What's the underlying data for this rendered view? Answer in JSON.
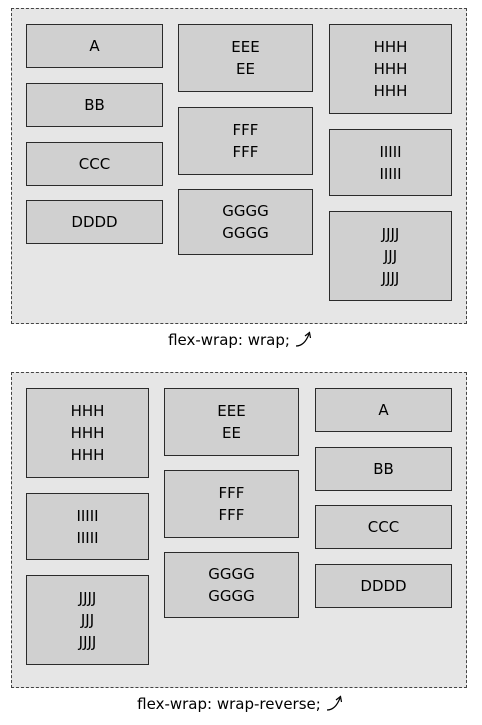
{
  "top": {
    "caption": "flex-wrap: wrap;",
    "boxes": {
      "a": [
        "A"
      ],
      "b": [
        "BB"
      ],
      "c": [
        "CCC"
      ],
      "d": [
        "DDDD"
      ],
      "e": [
        "EEE",
        "EE"
      ],
      "f": [
        "FFF",
        "FFF"
      ],
      "g": [
        "GGGG",
        "GGGG"
      ],
      "h": [
        "HHH",
        "HHH",
        "HHH"
      ],
      "i": [
        "IIIII",
        "IIIII"
      ],
      "j": [
        "JJJJ",
        "JJJ",
        "JJJJ"
      ]
    }
  },
  "bottom": {
    "caption": "flex-wrap: wrap-reverse;",
    "boxes": {
      "a": [
        "A"
      ],
      "b": [
        "BB"
      ],
      "c": [
        "CCC"
      ],
      "d": [
        "DDDD"
      ],
      "e": [
        "EEE",
        "EE"
      ],
      "f": [
        "FFF",
        "FFF"
      ],
      "g": [
        "GGGG",
        "GGGG"
      ],
      "h": [
        "HHH",
        "HHH",
        "HHH"
      ],
      "i": [
        "IIIII",
        "IIIII"
      ],
      "j": [
        "JJJJ",
        "JJJ",
        "JJJJ"
      ]
    }
  },
  "icons": {
    "caption_arrow": "curved-arrow-icon"
  }
}
